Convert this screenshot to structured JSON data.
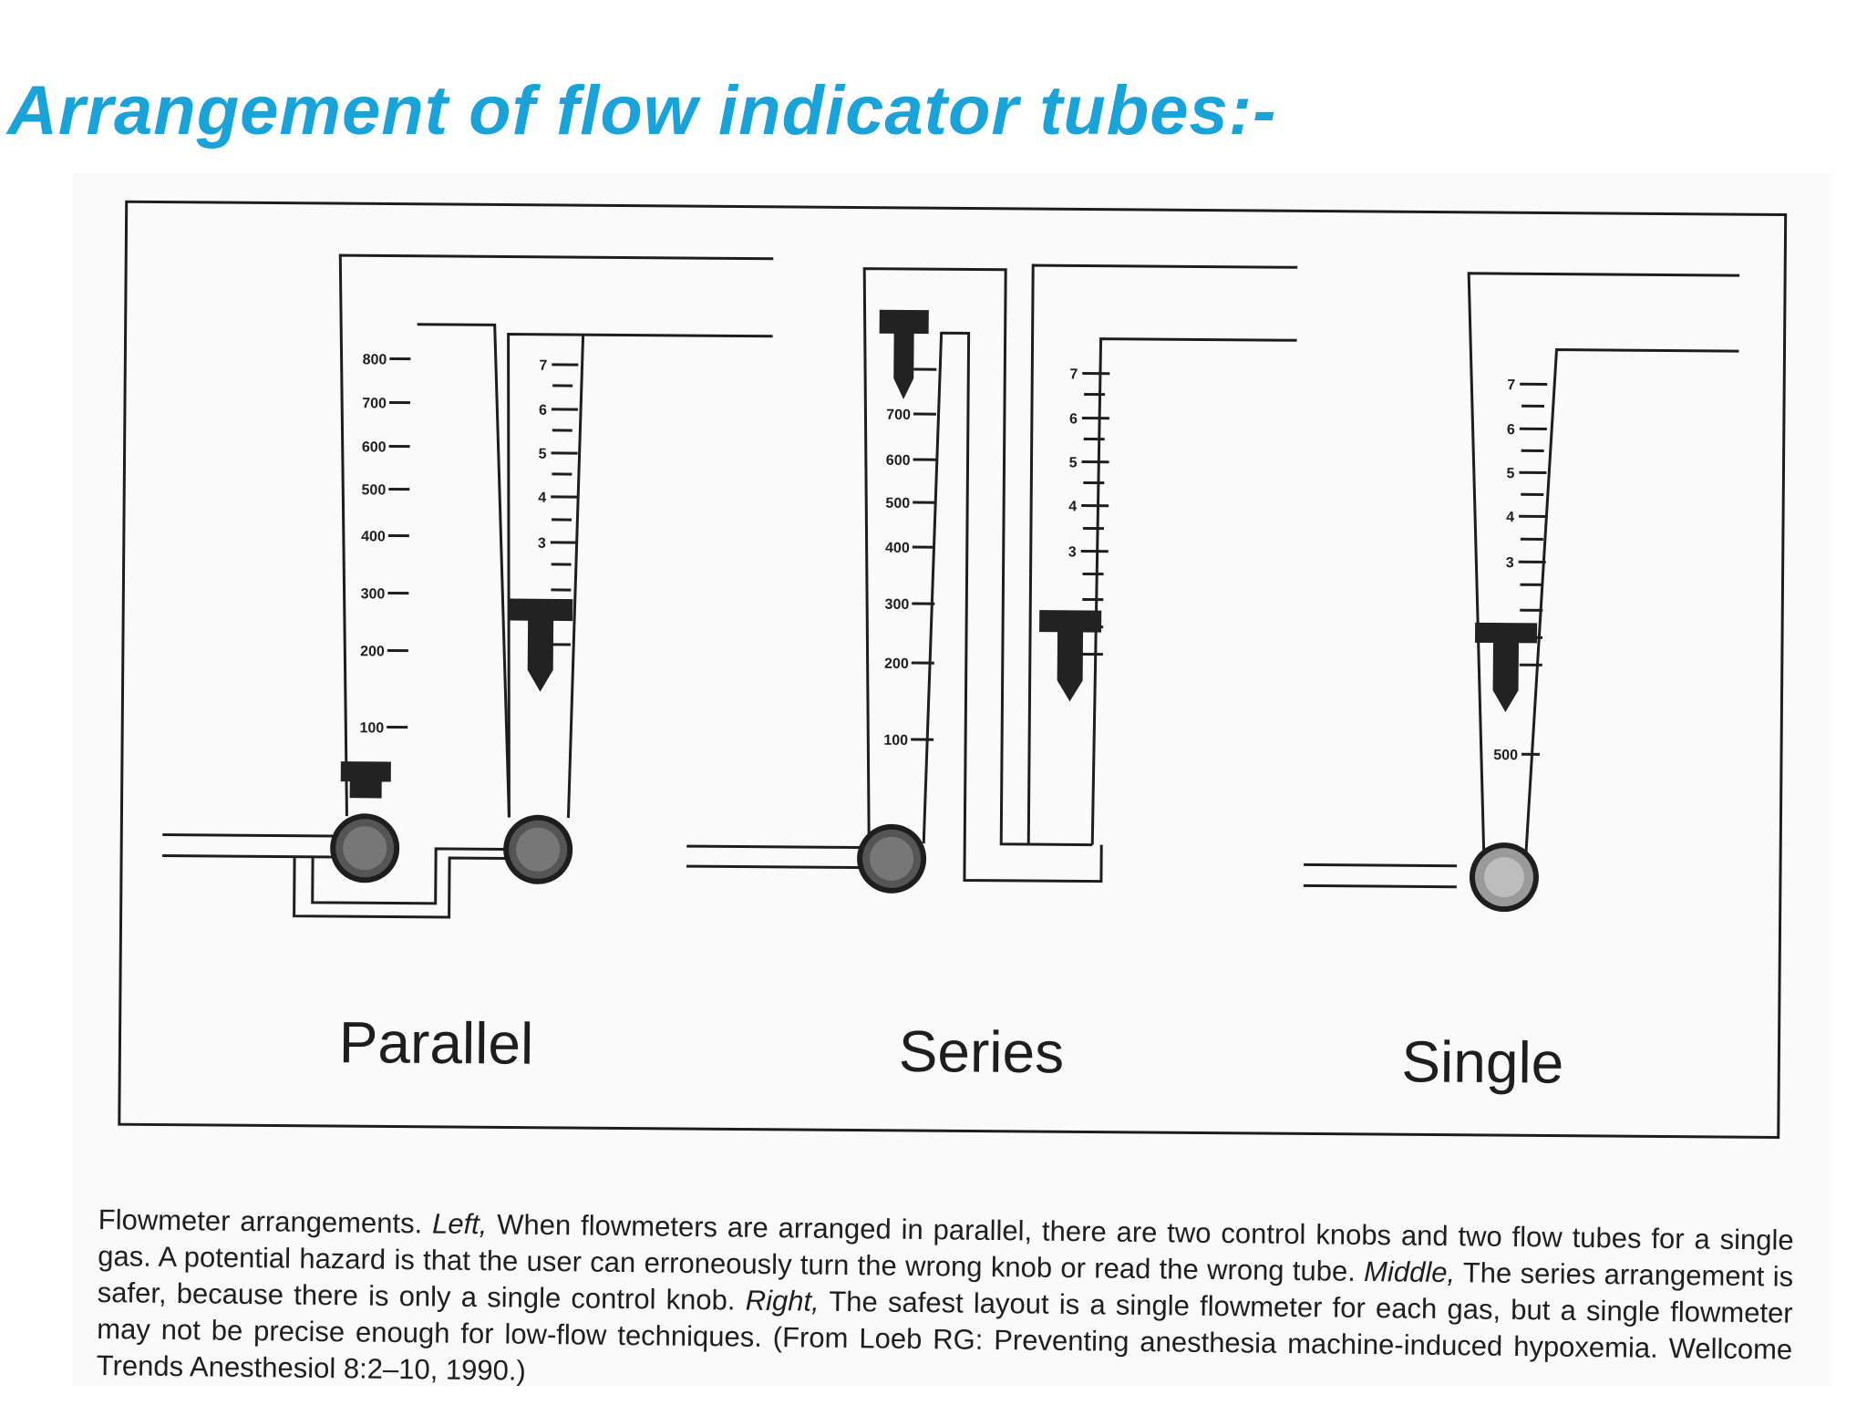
{
  "title": "Arrangement of flow indicator tubes:-",
  "colors": {
    "title": "#1aa3d9",
    "ink": "#1e1e1e",
    "float": "#222222",
    "knob_dark": "#555555",
    "knob_light": "#9a9a9a"
  },
  "panels": {
    "parallel": {
      "label": "Parallel",
      "tube_a_scale": [
        "800",
        "700",
        "600",
        "500",
        "400",
        "300",
        "200",
        "100"
      ],
      "tube_b_scale": [
        "7",
        "6",
        "5",
        "4",
        "3"
      ],
      "knob_icons": [
        "knob-dark",
        "knob-dark"
      ]
    },
    "series": {
      "label": "Series",
      "tube_a_scale": [
        "700",
        "600",
        "500",
        "400",
        "300",
        "200",
        "100"
      ],
      "tube_b_scale": [
        "7",
        "6",
        "5",
        "4",
        "3"
      ],
      "knob_icons": [
        "knob-dark"
      ]
    },
    "single": {
      "label": "Single",
      "scale": [
        "7",
        "6",
        "5",
        "4",
        "3",
        "500"
      ],
      "knob_icons": [
        "knob-light"
      ]
    }
  },
  "caption": {
    "lead": "Flowmeter arrangements. ",
    "left_label": "Left,",
    "left_text": " When flowmeters are arranged in parallel, there are two control knobs and two flow tubes for a single gas. A potential hazard is that the user can erroneously turn the wrong knob or read the wrong tube. ",
    "middle_label": "Middle,",
    "middle_text": " The series arrangement is safer, because there is only a single control knob. ",
    "right_label": "Right,",
    "right_text": " The safest layout is a single flowmeter for each gas, but a single flowmeter may not be precise enough for low-flow techniques. (From Loeb RG: Preventing anesthesia machine-induced hypoxemia. Wellcome Trends Anesthesiol 8:2–10, 1990.)"
  }
}
